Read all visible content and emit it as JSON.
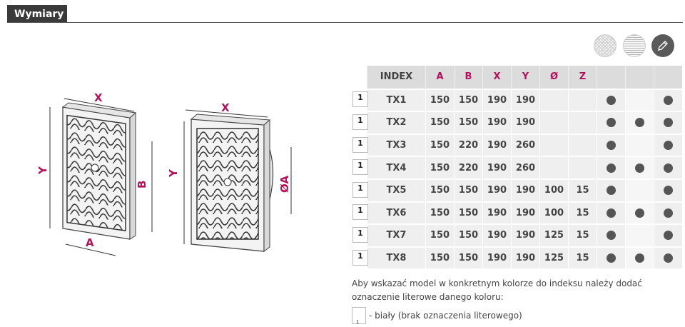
{
  "tab": {
    "label": "Wymiary"
  },
  "drawing": {
    "left": {
      "width_label": "X",
      "height_label": "Y",
      "inner_height_label": "B",
      "inner_width_label": "A"
    },
    "right": {
      "width_label": "X",
      "height_label": "Y",
      "diameter_label": "ØA"
    }
  },
  "swatches": [
    "mesh-icon",
    "louver-icon",
    "pencil-icon"
  ],
  "table": {
    "headers": [
      "INDEX",
      "A",
      "B",
      "X",
      "Y",
      "Ø",
      "Z"
    ],
    "rows": [
      {
        "qty": "1",
        "index": "TX1",
        "a": "150",
        "b": "150",
        "x": "190",
        "y": "190",
        "o": "",
        "z": "",
        "dots": [
          true,
          false,
          true
        ]
      },
      {
        "qty": "1",
        "index": "TX2",
        "a": "150",
        "b": "150",
        "x": "190",
        "y": "190",
        "o": "",
        "z": "",
        "dots": [
          true,
          true,
          true
        ]
      },
      {
        "qty": "1",
        "index": "TX3",
        "a": "150",
        "b": "220",
        "x": "190",
        "y": "260",
        "o": "",
        "z": "",
        "dots": [
          true,
          false,
          true
        ]
      },
      {
        "qty": "1",
        "index": "TX4",
        "a": "150",
        "b": "220",
        "x": "190",
        "y": "260",
        "o": "",
        "z": "",
        "dots": [
          true,
          true,
          true
        ]
      },
      {
        "qty": "1",
        "index": "TX5",
        "a": "150",
        "b": "150",
        "x": "190",
        "y": "190",
        "o": "100",
        "z": "15",
        "dots": [
          true,
          false,
          true
        ]
      },
      {
        "qty": "1",
        "index": "TX6",
        "a": "150",
        "b": "150",
        "x": "190",
        "y": "190",
        "o": "100",
        "z": "15",
        "dots": [
          true,
          true,
          true
        ]
      },
      {
        "qty": "1",
        "index": "TX7",
        "a": "150",
        "b": "150",
        "x": "190",
        "y": "190",
        "o": "125",
        "z": "15",
        "dots": [
          true,
          false,
          true
        ]
      },
      {
        "qty": "1",
        "index": "TX8",
        "a": "150",
        "b": "150",
        "x": "190",
        "y": "190",
        "o": "125",
        "z": "15",
        "dots": [
          true,
          true,
          true
        ]
      }
    ]
  },
  "note": "Aby wskazać model w konkretnym kolorze do indeksu należy dodać oznaczenie literowe danego koloru:",
  "legend": {
    "box_mark": "1",
    "text": "- biały (brak oznaczenia literowego)"
  }
}
